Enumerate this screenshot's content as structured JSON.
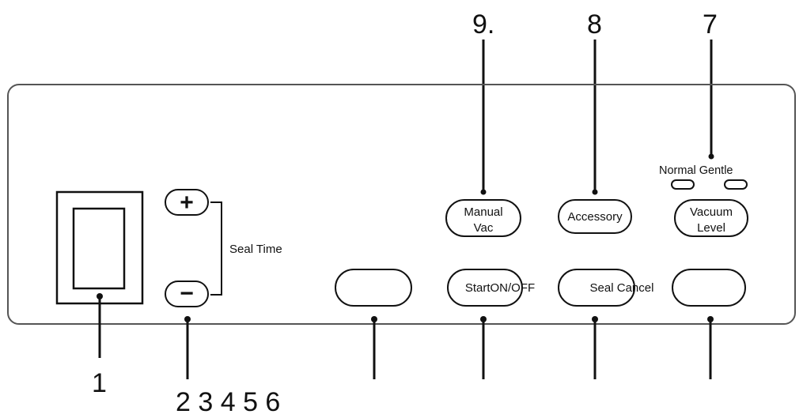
{
  "callouts": {
    "top_9": "9.",
    "top_8": "8",
    "top_7": "7",
    "bottom_1": "1",
    "bottom_2_6": "2 3 4 5 6"
  },
  "seal_time": {
    "plus_symbol": "+",
    "minus_symbol": "−",
    "label": "Seal Time"
  },
  "buttons": {
    "manual_vac_line1": "Manual",
    "manual_vac_line2": "Vac",
    "accessory": "Accessory",
    "vacuum_level_line1": "Vacuum",
    "vacuum_level_line2": "Level",
    "start_onoff": "StartON/OFF",
    "seal_cancel": "Seal Cancel"
  },
  "indicators": {
    "label": "Normal Gentle"
  }
}
